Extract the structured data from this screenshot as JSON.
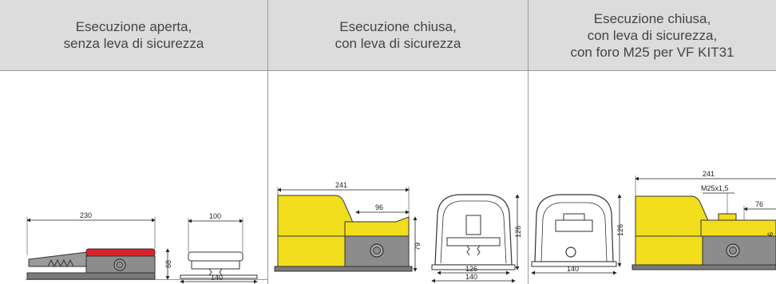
{
  "columns": [
    {
      "title": "Esecuzione aperta,\nsenza leva di sicurezza"
    },
    {
      "title": "Esecuzione chiusa,\ncon leva di sicurezza"
    },
    {
      "title": "Esecuzione chiusa,\ncon leva di sicurezza,\ncon foro M25 per VF KIT31"
    }
  ],
  "drawings": {
    "open_side": {
      "length": "230",
      "height": "68"
    },
    "open_front": {
      "top_width": "100",
      "base_width": "140"
    },
    "closed_side": {
      "length": "241",
      "lever": "96",
      "height": "79"
    },
    "closed_front": {
      "height": "126",
      "inner_width": "126",
      "base_width": "140"
    },
    "kit_front": {
      "height": "126",
      "base_width": "140"
    },
    "kit_side": {
      "length": "241",
      "thread": "M25x1,5",
      "offset": "76",
      "height": "6"
    }
  },
  "colors": {
    "header_bg": "#dcdcdc",
    "housing_yellow": "#f2de1c",
    "pedal_red": "#d8232a",
    "steel_grey": "#8c8c8c"
  }
}
